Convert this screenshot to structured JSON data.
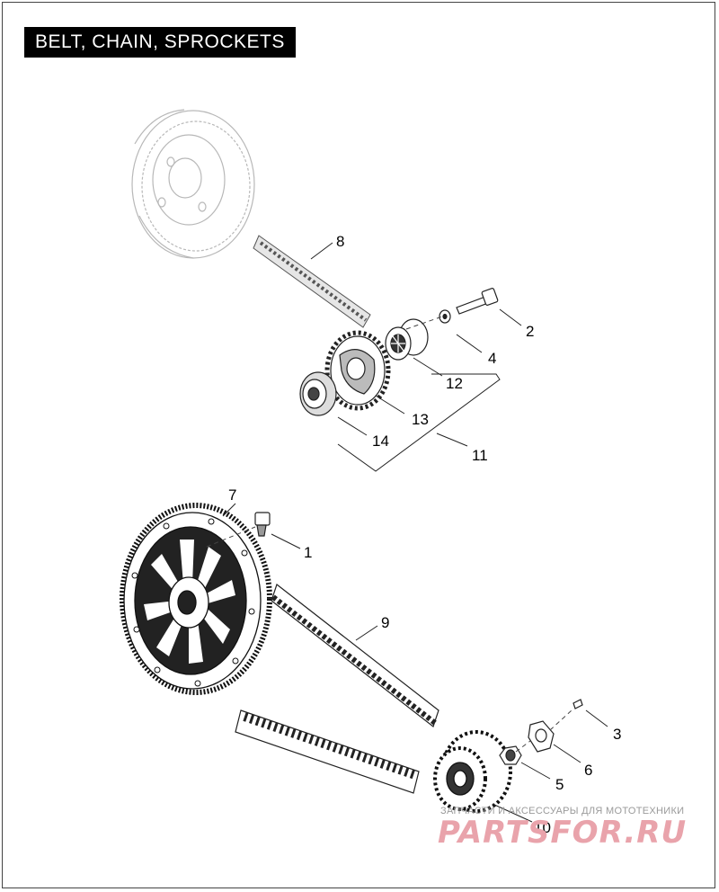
{
  "title": "BELT, CHAIN, SPROCKETS",
  "callouts": {
    "c1": "1",
    "c2": "2",
    "c3": "3",
    "c4": "4",
    "c5": "5",
    "c6": "6",
    "c7": "7",
    "c8": "8",
    "c9": "9",
    "c10": "10",
    "c11": "11",
    "c12": "12",
    "c13": "13",
    "c14": "14"
  },
  "watermark": {
    "tagline": "ЗАПЧАСТИ И АКСЕССУАРЫ ДЛЯ МОТОТЕХНИКИ",
    "logo": "PARTSFOR.RU",
    "logo_color": "#e9a3ab"
  },
  "icons": [
    "clutch-basket-icon",
    "primary-chain-icon",
    "engine-sprocket-icon",
    "rear-sprocket-icon",
    "drive-belt-icon",
    "transmission-pulley-icon"
  ]
}
